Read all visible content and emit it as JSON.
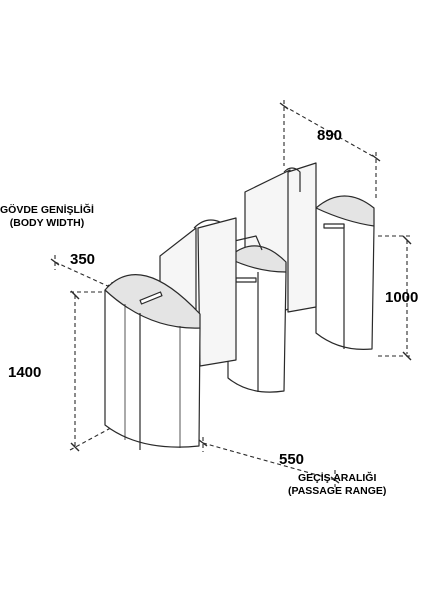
{
  "labels": {
    "dim_890": "890",
    "dim_350": "350",
    "dim_1000": "1000",
    "dim_1400": "1400",
    "dim_550": "550",
    "body_width_tr": "GÖVDE GENİŞLİĞİ",
    "body_width_en": "(BODY WIDTH)",
    "passage_tr": "GEÇİŞ ARALIĞI",
    "passage_en": "(PASSAGE RANGE)"
  },
  "colors": {
    "line": "#2a2a2a",
    "body_fill": "#ffffff",
    "top_fill": "#e4e4e4",
    "glass_fill": "#f6f6f6"
  }
}
